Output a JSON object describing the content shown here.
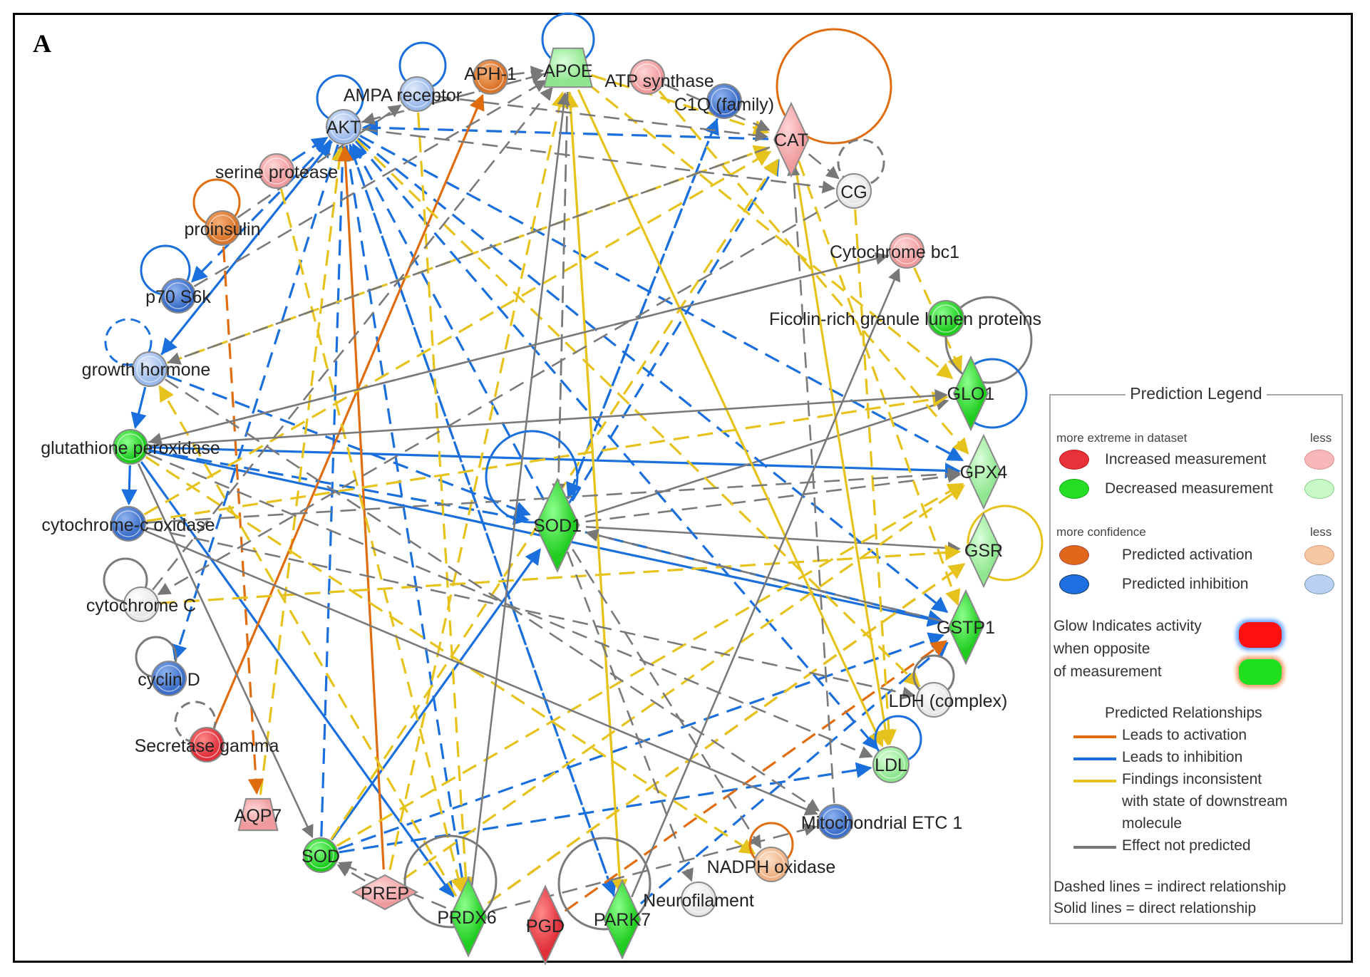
{
  "panel_letter": "A",
  "nodes": [
    {
      "id": "AKT",
      "label": "AKT"
    },
    {
      "id": "AMPA",
      "label": "AMPA receptor"
    },
    {
      "id": "APH1",
      "label": "APH-1"
    },
    {
      "id": "APOE",
      "label": "APOE"
    },
    {
      "id": "ATPS",
      "label": "ATP synthase"
    },
    {
      "id": "C1Q",
      "label": "C1Q (family)"
    },
    {
      "id": "CAT",
      "label": "CAT"
    },
    {
      "id": "CG",
      "label": "CG"
    },
    {
      "id": "CBC1",
      "label": "Cytochrome bc1"
    },
    {
      "id": "FIC",
      "label": "Ficolin-rich granule lumen proteins"
    },
    {
      "id": "GLO1",
      "label": "GLO1"
    },
    {
      "id": "GPX4",
      "label": "GPX4"
    },
    {
      "id": "GSR",
      "label": "GSR"
    },
    {
      "id": "GSTP1",
      "label": "GSTP1"
    },
    {
      "id": "LDH",
      "label": "LDH (complex)"
    },
    {
      "id": "LDL",
      "label": "LDL"
    },
    {
      "id": "METC",
      "label": "Mitochondrial ETC 1"
    },
    {
      "id": "NADPH",
      "label": "NADPH oxidase"
    },
    {
      "id": "NF",
      "label": "Neurofilament"
    },
    {
      "id": "PARK7",
      "label": "PARK7"
    },
    {
      "id": "PGD",
      "label": "PGD"
    },
    {
      "id": "PRDX6",
      "label": "PRDX6"
    },
    {
      "id": "PREP",
      "label": "PREP"
    },
    {
      "id": "SOD",
      "label": "SOD"
    },
    {
      "id": "AQP7",
      "label": "AQP7"
    },
    {
      "id": "SECG",
      "label": "Secretase gamma"
    },
    {
      "id": "CYCD",
      "label": "cyclin D"
    },
    {
      "id": "CYTC",
      "label": "cytochrome C"
    },
    {
      "id": "CCO",
      "label": "cytochrome-c oxidase"
    },
    {
      "id": "GPX",
      "label": "glutathione peroxidase"
    },
    {
      "id": "GH",
      "label": "growth hormone"
    },
    {
      "id": "P70",
      "label": "p70 S6k"
    },
    {
      "id": "PROINS",
      "label": "proinsulin"
    },
    {
      "id": "SERP",
      "label": "serine protease"
    },
    {
      "id": "SOD1",
      "label": "SOD1"
    }
  ],
  "legend": {
    "title": "Prediction Legend",
    "extreme_label": "more extreme in dataset",
    "less_label_1": "less",
    "increased": "Increased measurement",
    "decreased": "Decreased measurement",
    "confidence_label": "more confidence",
    "less_label_2": "less",
    "activation": "Predicted activation",
    "inhibition": "Predicted inhibition",
    "glow_line1": "Glow Indicates activity",
    "glow_line2": "when opposite",
    "glow_line3": "of measurement",
    "relationships_title": "Predicted Relationships",
    "rel_activation": "Leads to activation",
    "rel_inhibition": "Leads to inhibition",
    "rel_inconsistent_1": "Findings inconsistent",
    "rel_inconsistent_2": "with state of downstream",
    "rel_inconsistent_3": "molecule",
    "rel_not_predicted": "Effect not predicted",
    "dashed_note": "Dashed lines = indirect relationship",
    "solid_note": "Solid lines = direct relationship"
  },
  "colors": {
    "orange": "#e06c10",
    "blue": "#1a6fdc",
    "yellow": "#e6c31c",
    "gray": "#7a7a7a",
    "red": "#e8323a",
    "pink": "#f4a7a9",
    "green": "#2ee02e",
    "light_green": "#a6f0a6",
    "node_blue": "#4f82d4",
    "node_light_blue": "#a9c4ee",
    "node_orange": "#e08a3c",
    "node_light_orange": "#f3c4a0"
  }
}
